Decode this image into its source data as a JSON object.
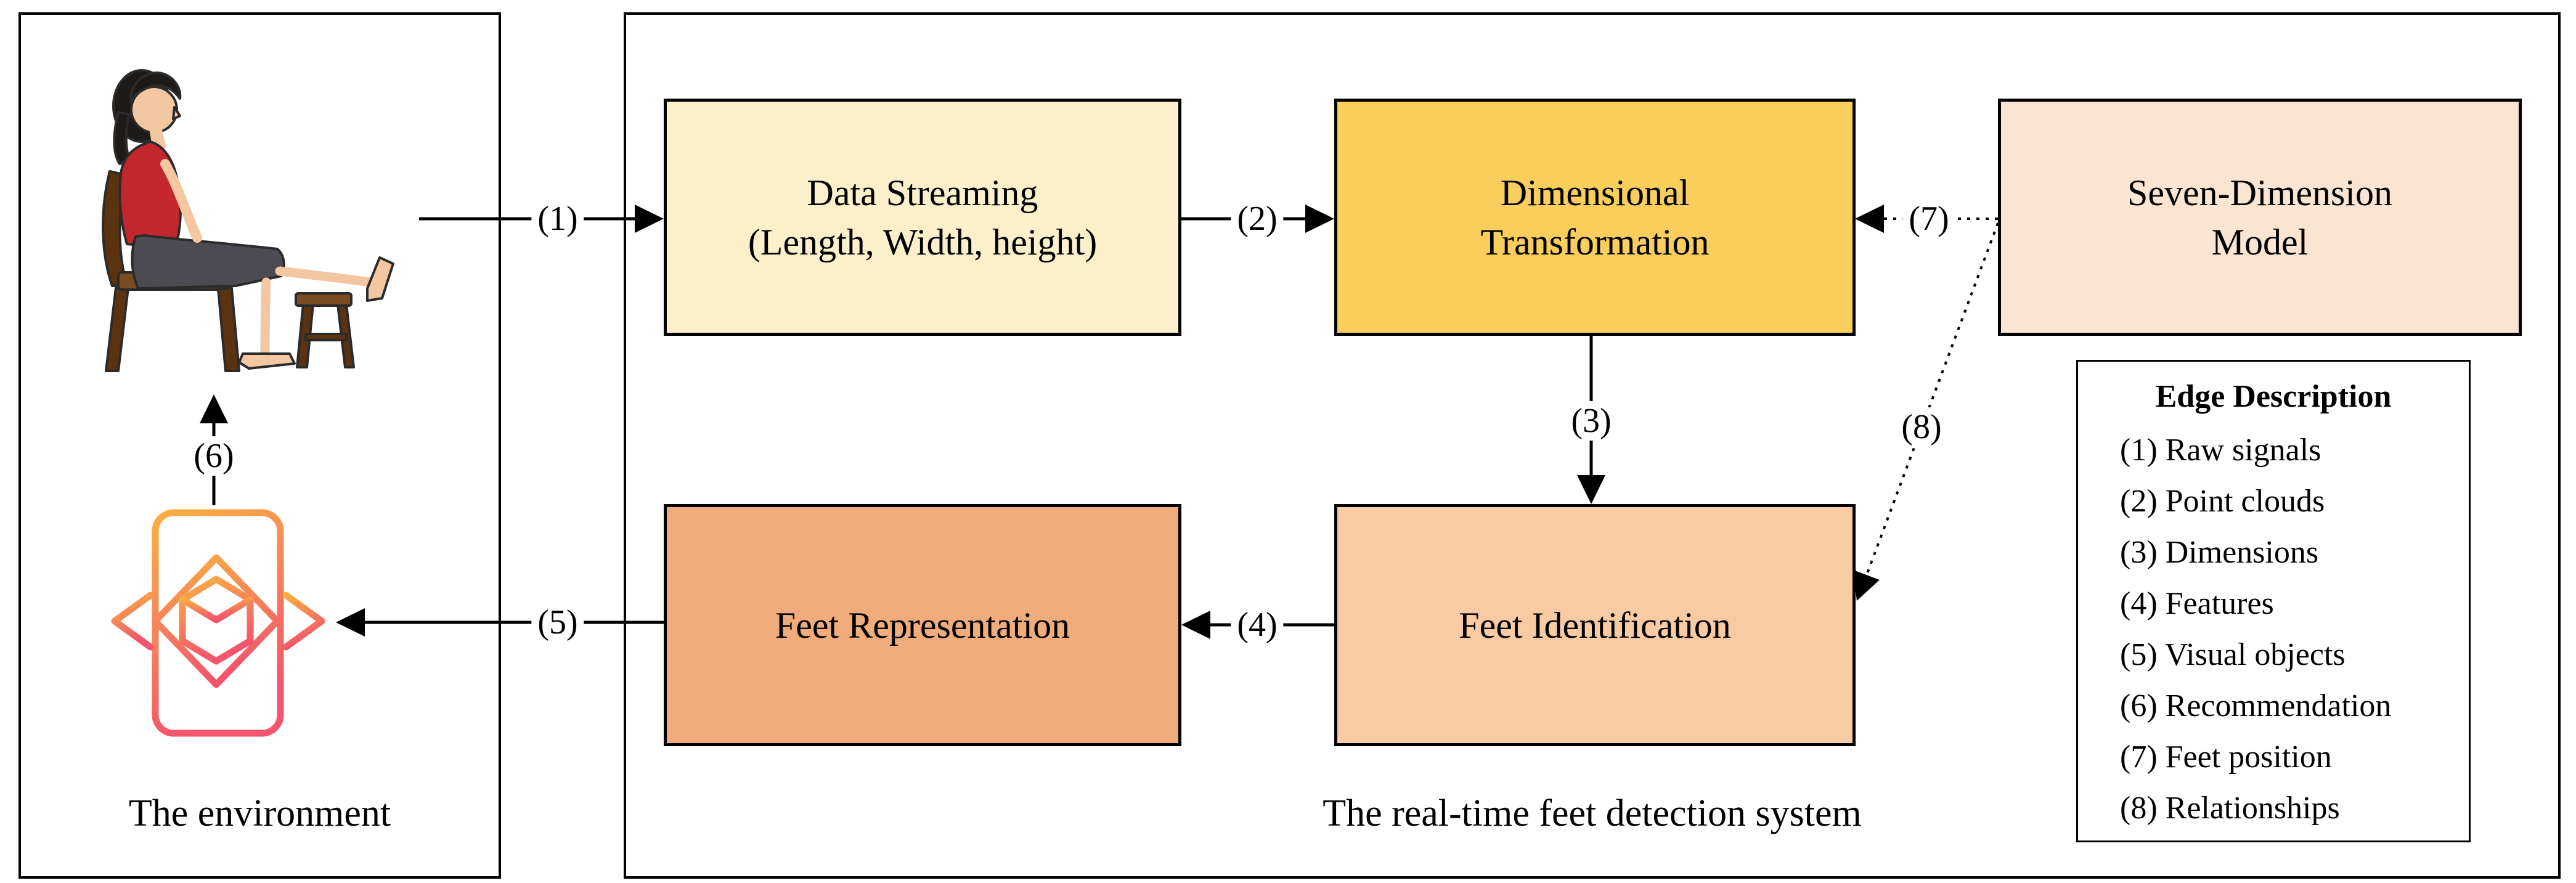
{
  "panels": {
    "environment": {
      "caption": "The environment"
    },
    "system": {
      "caption": "The real-time feet detection system"
    }
  },
  "nodes": [
    {
      "id": "data-streaming",
      "line1": "Data Streaming",
      "line2": "(Length, Width, height)",
      "fill": "#FCF0CB"
    },
    {
      "id": "dimensional-transformation",
      "line1": "Dimensional",
      "line2": "Transformation",
      "fill": "#F9CE5D"
    },
    {
      "id": "seven-dimension-model",
      "line1": "Seven-Dimension",
      "line2": "Model",
      "fill": "#FAE4D2"
    },
    {
      "id": "feet-representation",
      "line1": "Feet Representation",
      "fill": "#F1AC7B"
    },
    {
      "id": "feet-identification",
      "line1": "Feet Identification",
      "fill": "#F8CBA3"
    }
  ],
  "edges": [
    {
      "label": "(1)",
      "description": "Raw signals",
      "style": "solid"
    },
    {
      "label": "(2)",
      "description": "Point clouds",
      "style": "solid"
    },
    {
      "label": "(3)",
      "description": "Dimensions",
      "style": "solid"
    },
    {
      "label": "(4)",
      "description": "Features",
      "style": "solid"
    },
    {
      "label": "(5)",
      "description": "Visual objects",
      "style": "solid"
    },
    {
      "label": "(6)",
      "description": "Recommendation",
      "style": "solid"
    },
    {
      "label": "(7)",
      "description": "Feet position",
      "style": "dotted"
    },
    {
      "label": "(8)",
      "description": "Relationships",
      "style": "dotted"
    }
  ],
  "legend": {
    "title": "Edge Description",
    "items": [
      "(1) Raw signals",
      "(2) Point clouds",
      "(3) Dimensions",
      "(4) Features",
      "(5) Visual objects",
      "(6) Recommendation",
      "(7) Feet position",
      "(8) Relationships"
    ]
  },
  "colors": {
    "line": "#000000",
    "phone_gradient_top": "#FBB042",
    "phone_gradient_mid": "#F57F5B",
    "phone_gradient_bottom": "#F4546C",
    "shirt": "#C1272D",
    "pants": "#4C4B52",
    "skin": "#F2C7A2",
    "hair": "#1E1A18",
    "wood": "#7A4A20",
    "wood_dark": "#5C3310"
  }
}
